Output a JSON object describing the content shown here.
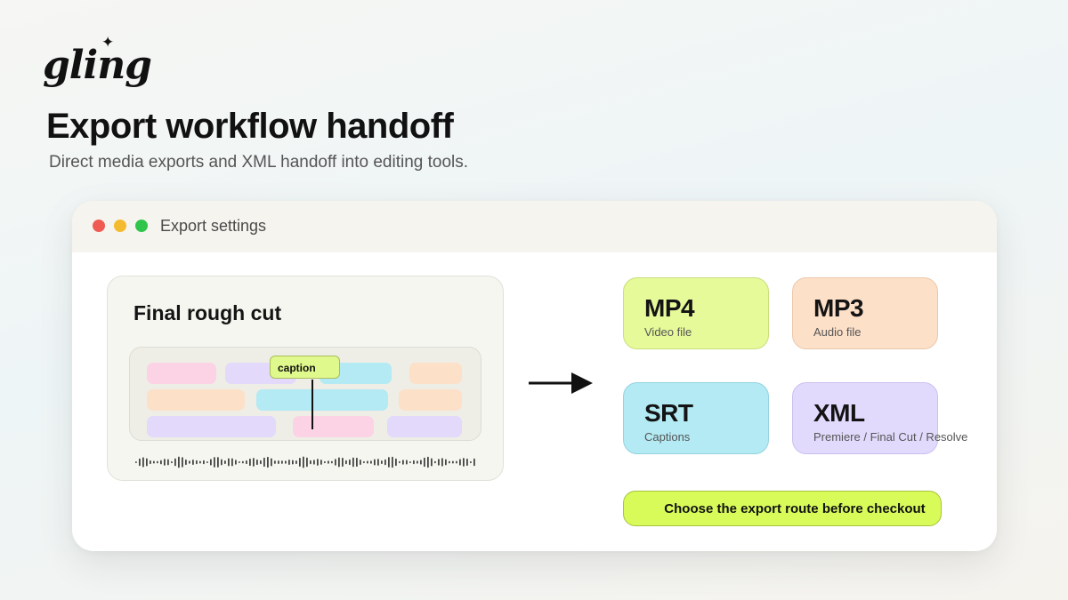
{
  "brand": {
    "logo": "gling"
  },
  "header": {
    "title": "Export workflow handoff",
    "subtitle": "Direct media exports and XML handoff into editing tools."
  },
  "window": {
    "title": "Export settings",
    "traffic_light_colors": [
      "#ef5b52",
      "#f4bb2e",
      "#2fc54a"
    ]
  },
  "preview": {
    "title": "Final rough cut",
    "caption_tag": "caption",
    "clip_colors": {
      "pink": "#fbd3e5",
      "lavender": "#e2d9fb",
      "cyan": "#b3eaf4",
      "peach": "#fde0c8"
    }
  },
  "exports": [
    {
      "format": "MP4",
      "description": "Video file",
      "color": "#e6fa9a"
    },
    {
      "format": "MP3",
      "description": "Audio file",
      "color": "#fde0c8"
    },
    {
      "format": "SRT",
      "description": "Captions",
      "color": "#b3eaf4"
    },
    {
      "format": "XML",
      "description": "Premiere / Final Cut / Resolve",
      "color": "#e2dafc"
    }
  ],
  "cta": {
    "label": "Choose the export route before checkout",
    "color": "#d8fb5a"
  }
}
